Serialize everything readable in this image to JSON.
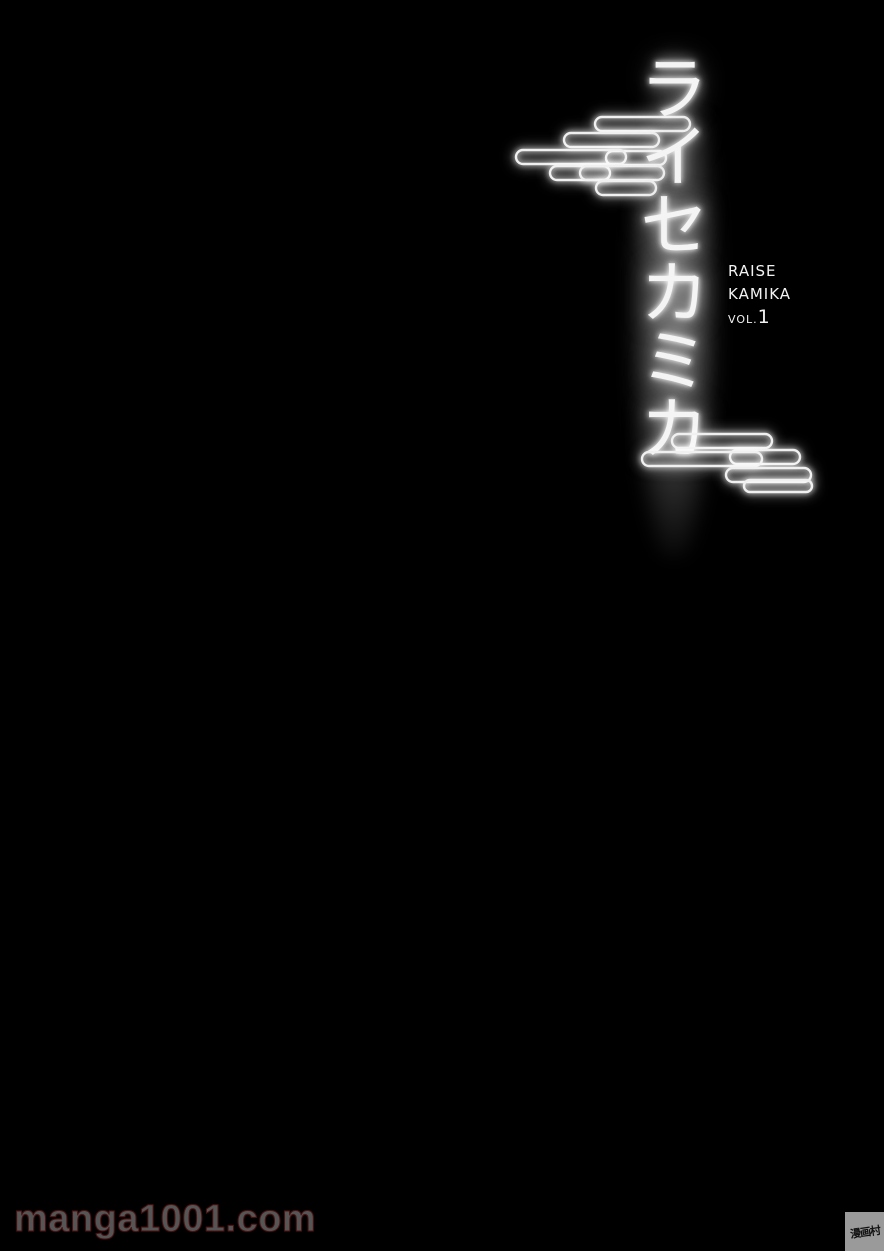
{
  "page": {
    "background_color": "#000000"
  },
  "title": {
    "katakana": "ライセカミカ",
    "glow_color": "#ffffff"
  },
  "subtitle": {
    "line1": "RAISE",
    "line2": "KAMIKA",
    "vol_prefix": "VOL.",
    "vol_number": "1"
  },
  "decorations": {
    "cloud_top": "cloud-motif",
    "cloud_bottom": "cloud-motif"
  },
  "watermark": {
    "text": "manga1001.com"
  },
  "badge": {
    "text": "漫画村"
  }
}
